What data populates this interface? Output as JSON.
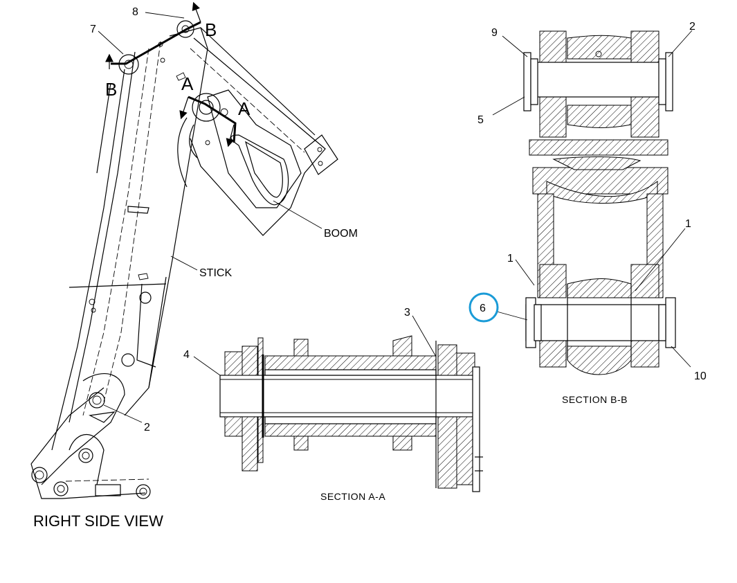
{
  "labels": {
    "right_side_view": "RIGHT SIDE VIEW",
    "section_aa": "SECTION A-A",
    "section_bb": "SECTION B-B",
    "boom": "BOOM",
    "stick": "STICK",
    "marker_a": "A",
    "marker_b": "B"
  },
  "callouts": {
    "side_view": {
      "c7": "7",
      "c8": "8",
      "c2": "2"
    },
    "section_aa": {
      "c4": "4",
      "c3": "3"
    },
    "section_bb": {
      "c9": "9",
      "c2": "2",
      "c5": "5",
      "c1_right": "1",
      "c1_left": "1",
      "c6": "6",
      "c10": "10"
    }
  },
  "highlight": {
    "callout": "6",
    "color": "#1a9bd7"
  }
}
